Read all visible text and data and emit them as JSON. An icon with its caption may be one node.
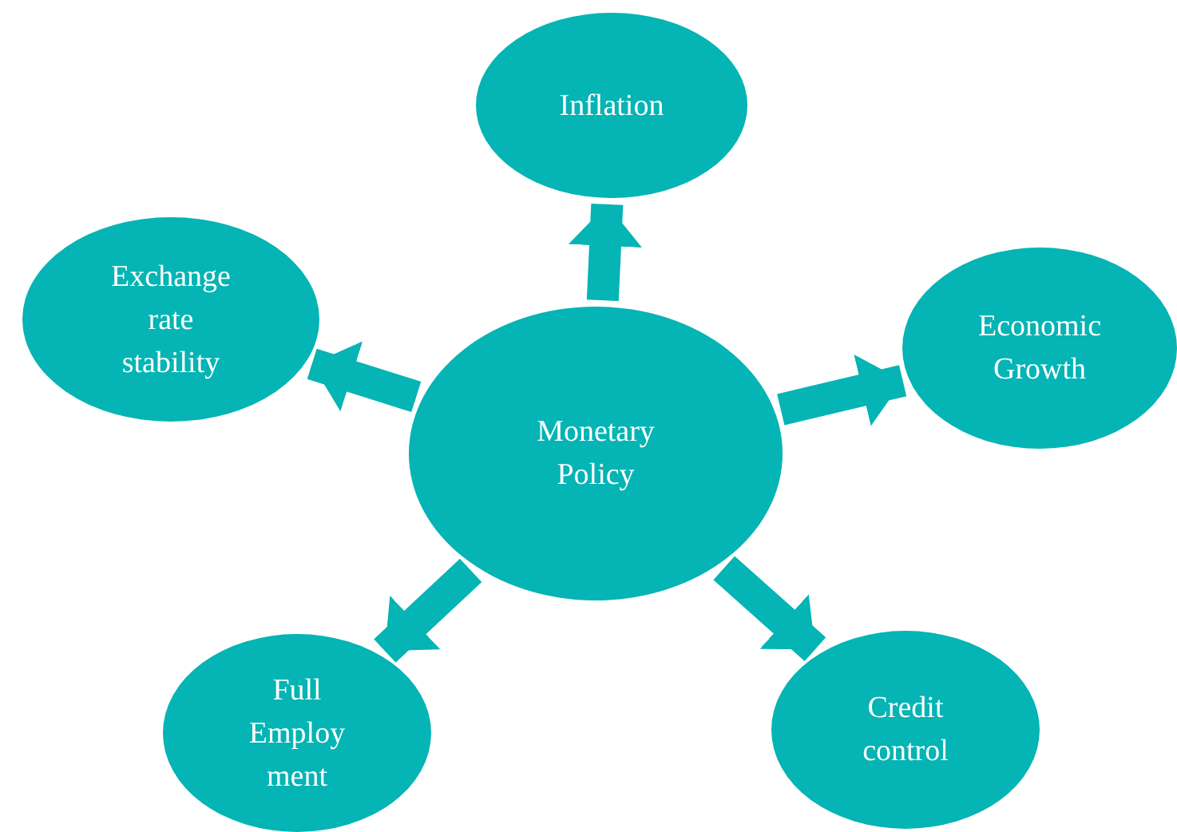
{
  "diagram": {
    "nodes": [
      {
        "text": [
          "Monetary Policy"
        ]
      },
      {
        "text": [
          "Inflation"
        ]
      },
      {
        "text": [
          "Exchange rate stability"
        ]
      },
      {
        "text": [
          "Economic Growth"
        ]
      },
      {
        "text": [
          "Full Employ ment"
        ]
      },
      {
        "text": [
          "Credit control"
        ]
      }
    ],
    "edges": [
      {
        "from": 0,
        "to": 1,
        "arrow": "to"
      },
      {
        "from": 0,
        "to": 2,
        "arrow": "to"
      },
      {
        "from": 0,
        "to": 3,
        "arrow": "to"
      },
      {
        "from": 0,
        "to": 4,
        "arrow": "to"
      },
      {
        "from": 0,
        "to": 5,
        "arrow": "to"
      }
    ]
  }
}
